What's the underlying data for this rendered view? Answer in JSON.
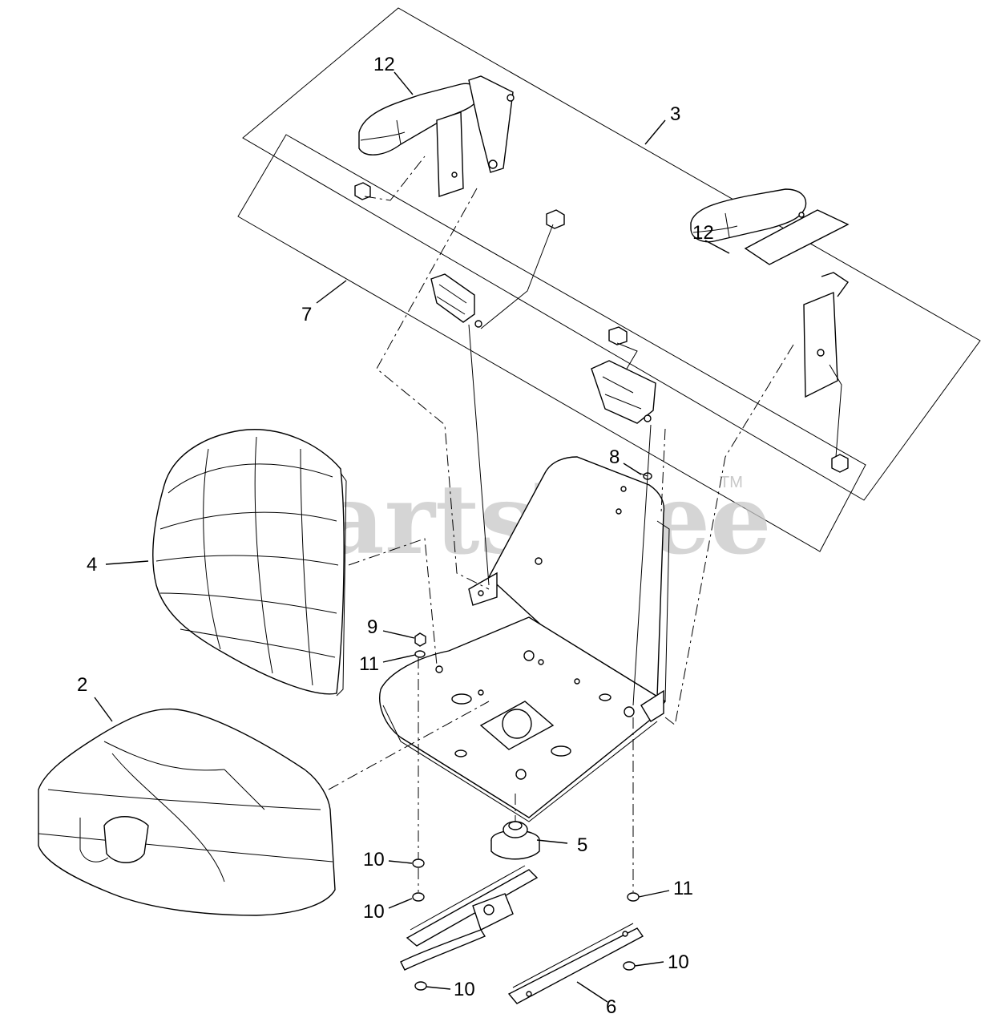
{
  "watermark": {
    "text": "PartsTree",
    "trademark": "TM"
  },
  "callouts": {
    "c2": "2",
    "c3": "3",
    "c4": "4",
    "c5": "5",
    "c6": "6",
    "c7": "7",
    "c8": "8",
    "c9": "9",
    "c10a": "10",
    "c10b": "10",
    "c10c": "10",
    "c10d": "10",
    "c11a": "11",
    "c11b": "11",
    "c12a": "12",
    "c12b": "12"
  }
}
